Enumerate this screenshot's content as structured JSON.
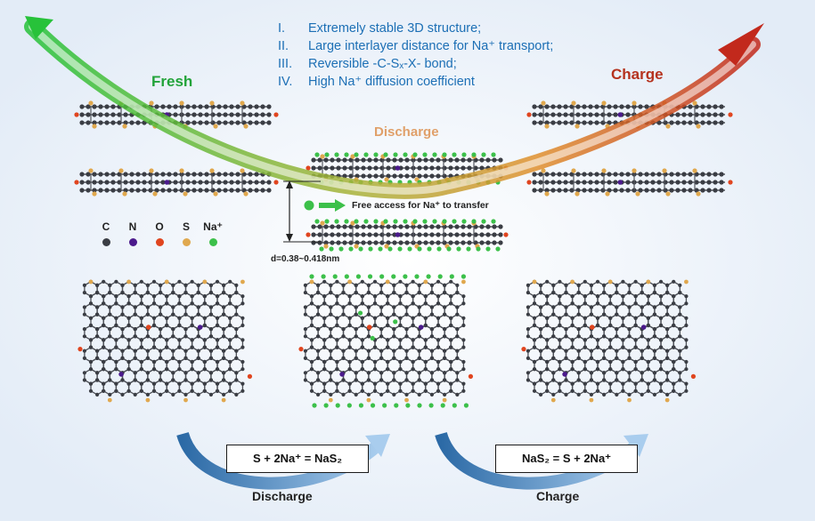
{
  "features": [
    {
      "num": "I.",
      "text": "Extremely stable 3D structure;"
    },
    {
      "num": "II.",
      "text": "Large interlayer distance for Na⁺ transport;"
    },
    {
      "num": "III.",
      "text": "Reversible -C-Sₓ-X- bond;"
    },
    {
      "num": "IV.",
      "text": "High Na⁺ diffusion coefficient"
    }
  ],
  "states": {
    "fresh": "Fresh",
    "discharge": "Discharge",
    "charge": "Charge"
  },
  "free_access": "Free access for Na⁺ to transfer",
  "interlayer_distance": "d=0.38~0.418nm",
  "legend": [
    {
      "symbol": "C",
      "color": "#3a3d44"
    },
    {
      "symbol": "N",
      "color": "#4b1a8c"
    },
    {
      "symbol": "O",
      "color": "#e0451f"
    },
    {
      "symbol": "S",
      "color": "#e0a84e"
    },
    {
      "symbol": "Na⁺",
      "color": "#3cc04a"
    }
  ],
  "equations": {
    "discharge": "S + 2Na⁺ = NaS₂",
    "charge": "NaS₂ = S + 2Na⁺"
  },
  "bottom_labels": {
    "discharge": "Discharge",
    "charge": "Charge"
  },
  "colors": {
    "carbon": "#3a3d44",
    "nitrogen": "#4b1a8c",
    "oxygen": "#e0451f",
    "sulfur": "#e0a84e",
    "sodium": "#3cc04a",
    "fresh_text": "#22a33a",
    "discharge_text": "#e0a06a",
    "charge_text": "#b5321e",
    "feature_text": "#1c6fb5",
    "curved_arrow": "#4f8ac4"
  }
}
